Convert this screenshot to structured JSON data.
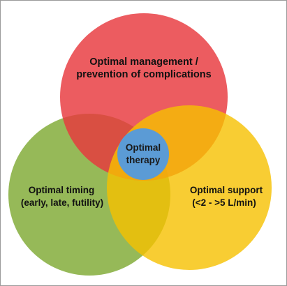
{
  "diagram": {
    "top_circle": {
      "line1": "Optimal management /",
      "line2": "prevention of complications",
      "color": "#e8383d"
    },
    "left_circle": {
      "line1": "Optimal timing",
      "line2": "(early, late, futility)",
      "color": "#8db34a"
    },
    "right_circle": {
      "line1": "Optimal support",
      "line2": "(<2 - >5 L/min)",
      "color": "#f5c400"
    },
    "center": {
      "line1": "Optimal",
      "line2": "therapy",
      "color": "#5b9bd5"
    }
  }
}
